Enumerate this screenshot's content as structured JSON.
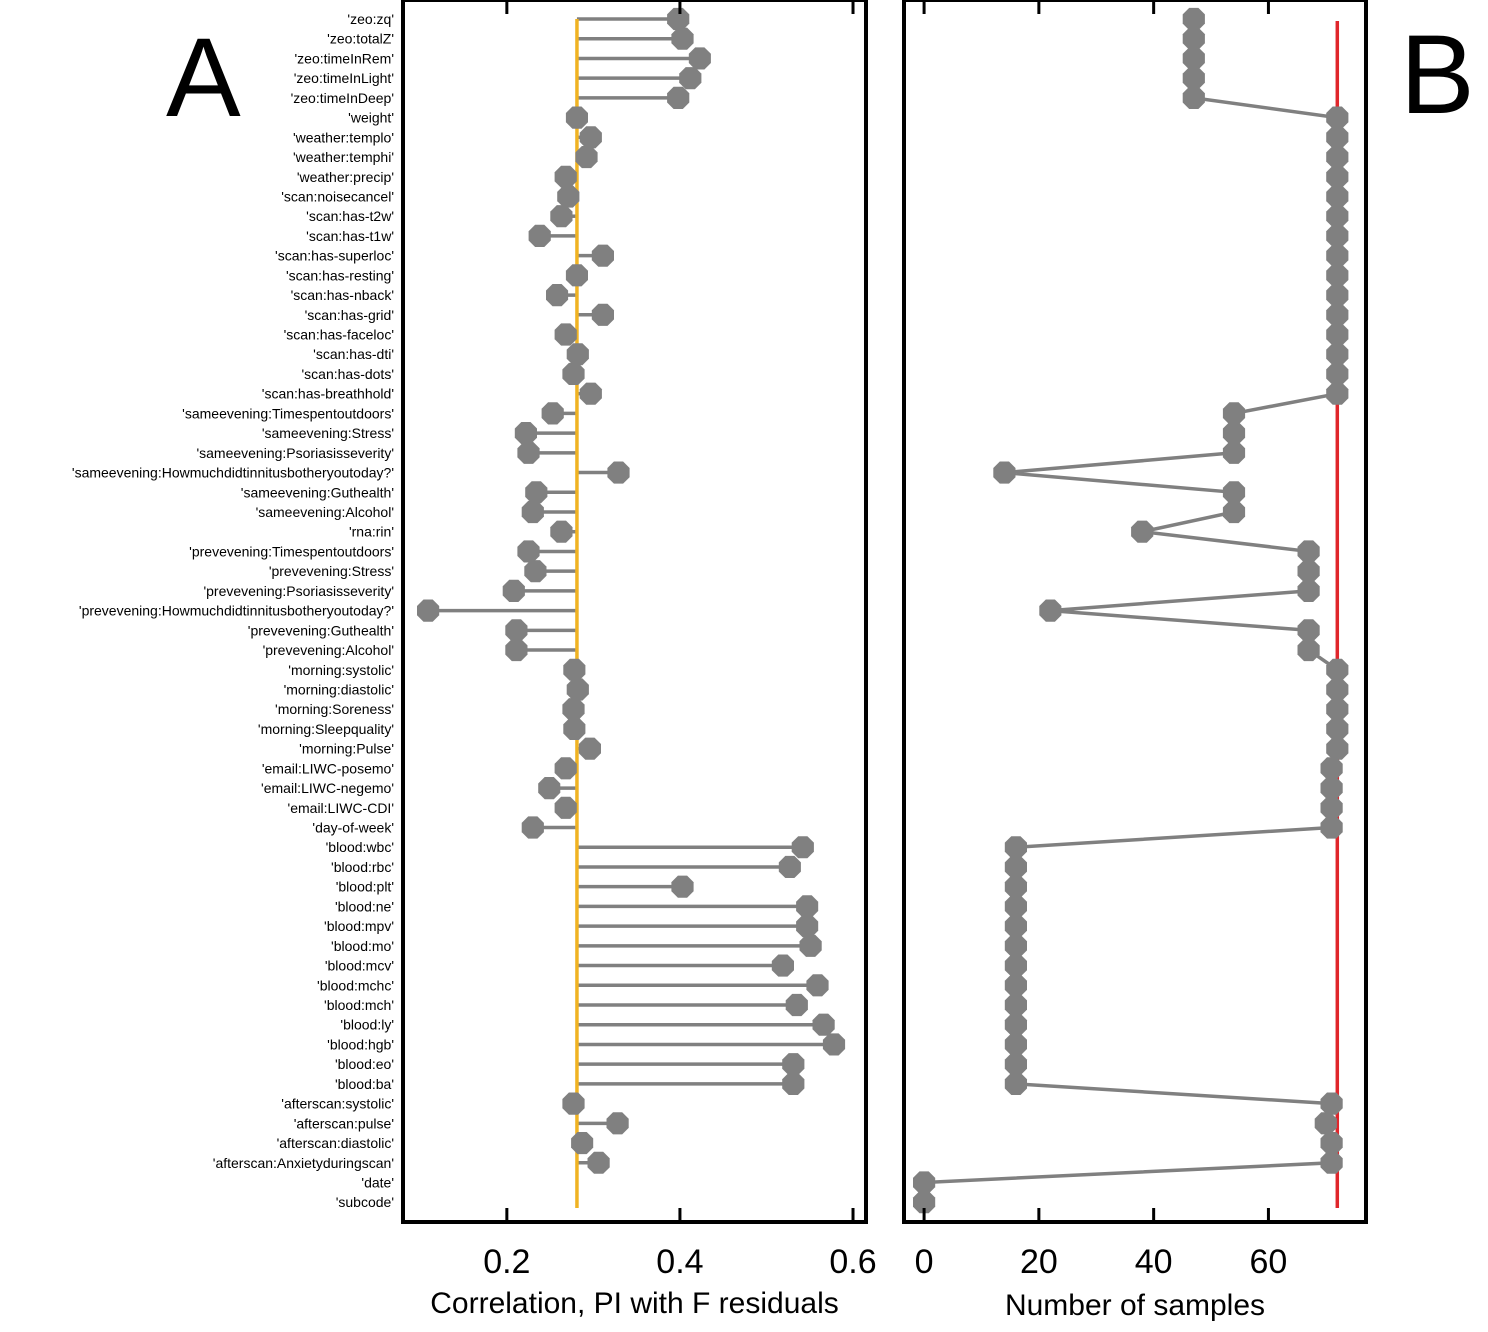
{
  "panel_letters": {
    "a": "A",
    "b": "B"
  },
  "colors": {
    "marker": "#808080",
    "stem": "#808080",
    "reference_a": "#f0b323",
    "reference_b": "#e0262b",
    "axis": "#000000"
  },
  "chart_data": [
    {
      "type": "lollipop",
      "panel": "A",
      "xlabel": "Correlation, PI with F residuals",
      "xlim": [
        0.08,
        0.615
      ],
      "xticks": [
        0.2,
        0.4,
        0.6
      ],
      "xtick_labels": [
        "0.2",
        "0.4",
        "0.6"
      ],
      "baseline": 0.281,
      "grid": false,
      "categories": [
        "'zeo:zq'",
        "'zeo:totalZ'",
        "'zeo:timeInRem'",
        "'zeo:timeInLight'",
        "'zeo:timeInDeep'",
        "'weight'",
        "'weather:templo'",
        "'weather:temphi'",
        "'weather:precip'",
        "'scan:noisecancel'",
        "'scan:has-t2w'",
        "'scan:has-t1w'",
        "'scan:has-superloc'",
        "'scan:has-resting'",
        "'scan:has-nback'",
        "'scan:has-grid'",
        "'scan:has-faceloc'",
        "'scan:has-dti'",
        "'scan:has-dots'",
        "'scan:has-breathhold'",
        "'sameevening:Timespentoutdoors'",
        "'sameevening:Stress'",
        "'sameevening:Psoriasisseverity'",
        "'sameevening:Howmuchdidtinnitusbotheryoutoday?'",
        "'sameevening:Guthealth'",
        "'sameevening:Alcohol'",
        "'rna:rin'",
        "'prevevening:Timespentoutdoors'",
        "'prevevening:Stress'",
        "'prevevening:Psoriasisseverity'",
        "'prevevening:Howmuchdidtinnitusbotheryoutoday?'",
        "'prevevening:Guthealth'",
        "'prevevening:Alcohol'",
        "'morning:systolic'",
        "'morning:diastolic'",
        "'morning:Soreness'",
        "'morning:Sleepquality'",
        "'morning:Pulse'",
        "'email:LIWC-posemo'",
        "'email:LIWC-negemo'",
        "'email:LIWC-CDI'",
        "'day-of-week'",
        "'blood:wbc'",
        "'blood:rbc'",
        "'blood:plt'",
        "'blood:ne'",
        "'blood:mpv'",
        "'blood:mo'",
        "'blood:mcv'",
        "'blood:mchc'",
        "'blood:mch'",
        "'blood:ly'",
        "'blood:hgb'",
        "'blood:eo'",
        "'blood:ba'",
        "'afterscan:systolic'",
        "'afterscan:pulse'",
        "'afterscan:diastolic'",
        "'afterscan:Anxietyduringscan'",
        "'date'",
        "'subcode'"
      ],
      "values": [
        0.398,
        0.403,
        0.423,
        0.412,
        0.398,
        0.281,
        0.297,
        0.292,
        0.268,
        0.271,
        0.263,
        0.238,
        0.311,
        0.281,
        0.258,
        0.311,
        0.268,
        0.282,
        0.277,
        0.297,
        0.253,
        0.222,
        0.225,
        0.329,
        0.234,
        0.23,
        0.263,
        0.225,
        0.233,
        0.208,
        0.109,
        0.211,
        0.211,
        0.278,
        0.282,
        0.277,
        0.278,
        0.296,
        0.268,
        0.249,
        0.268,
        0.23,
        0.542,
        0.527,
        0.403,
        0.547,
        0.547,
        0.551,
        0.519,
        0.559,
        0.535,
        0.566,
        0.578,
        0.531,
        0.531,
        0.277,
        0.328,
        0.287,
        0.306,
        null,
        null
      ]
    },
    {
      "type": "line",
      "panel": "B",
      "xlabel": "Number of samples",
      "xlim": [
        -3.5,
        77
      ],
      "xticks": [
        0,
        20,
        40,
        60
      ],
      "xtick_labels": [
        "0",
        "20",
        "40",
        "60"
      ],
      "reference_x": 72,
      "grid": false,
      "values": [
        47,
        47,
        47,
        47,
        47,
        72,
        72,
        72,
        72,
        72,
        72,
        72,
        72,
        72,
        72,
        72,
        72,
        72,
        72,
        72,
        54,
        54,
        54,
        14,
        54,
        54,
        38,
        67,
        67,
        67,
        22,
        67,
        67,
        72,
        72,
        72,
        72,
        72,
        71,
        71,
        71,
        71,
        16,
        16,
        16,
        16,
        16,
        16,
        16,
        16,
        16,
        16,
        16,
        16,
        16,
        71,
        70,
        71,
        71,
        0,
        0
      ]
    }
  ]
}
